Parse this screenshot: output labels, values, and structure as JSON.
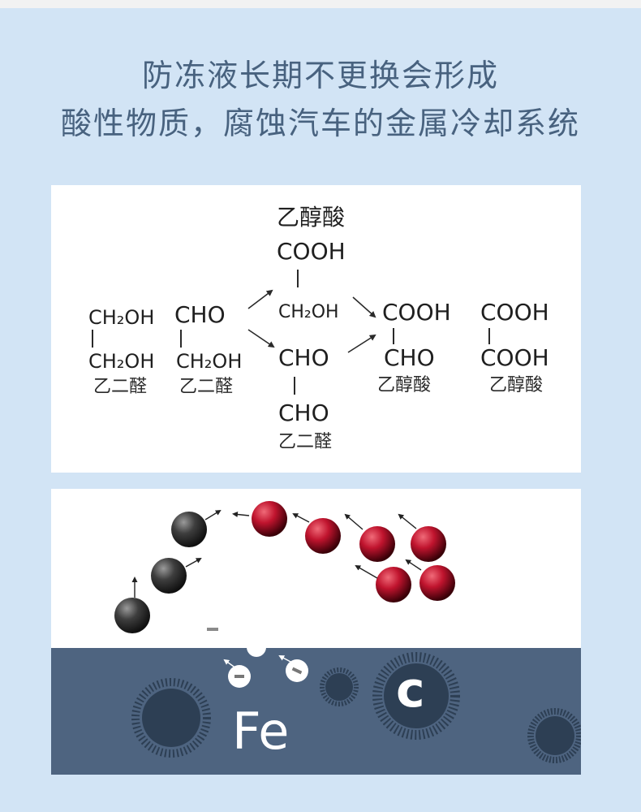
{
  "header": {
    "line1": "防冻液长期不更换会形成",
    "line2": "酸性物质，腐蚀汽车的金属冷却系统"
  },
  "formula": {
    "col1_top": "CH₂OH",
    "col1_bottom": "CH₂OH",
    "col1_label": "乙二醛",
    "col2_top": "CHO",
    "col2_bottom": "CH₂OH",
    "col2_label": "乙二醛",
    "col3_name": "乙醇酸",
    "col3_acid": "COOH",
    "col3_mid": "CH₂OH",
    "col3_lower": "CHO",
    "col3_bottom": "CHO",
    "col3_label": "乙二醛",
    "col4_top": "COOH",
    "col4_bottom": "CHO",
    "col4_label": "乙醇酸",
    "col5_top": "COOH",
    "col5_bottom": "COOH",
    "col5_label": "乙醇酸"
  },
  "corrosion": {
    "metal_label": "Fe",
    "carbon_label": "c",
    "metal_color": "#4e6480",
    "acid_molecule_color": "#c0142e",
    "glycol_molecule_color": "#3a3a3a"
  }
}
